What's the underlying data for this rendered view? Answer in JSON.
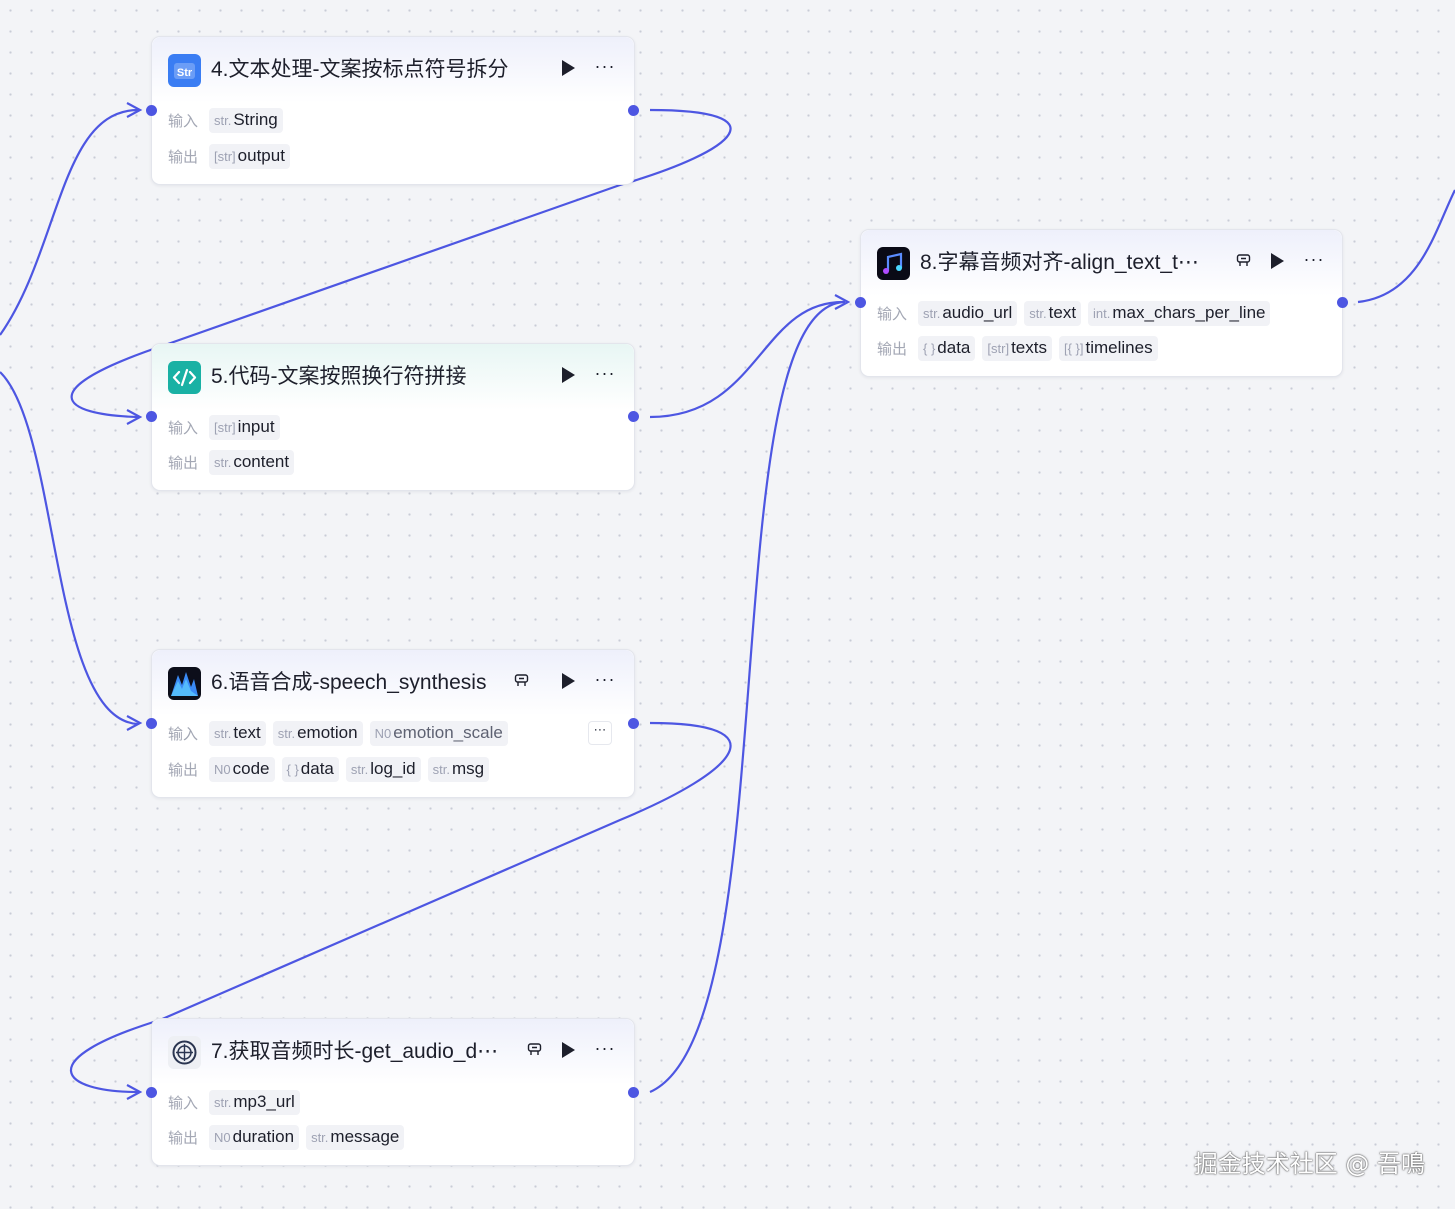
{
  "colors": {
    "edge": "#4d56e2",
    "port": "#4d56e2",
    "canvas": "#f3f4f7"
  },
  "labels": {
    "input": "输入",
    "output": "输出"
  },
  "nodes": {
    "n4": {
      "title": "4.文本处理-文案按标点符号拆分",
      "icon": "text-process-icon",
      "inputs": [
        {
          "type": "str.",
          "name": "String"
        }
      ],
      "outputs": [
        {
          "type": "[str]",
          "name": "output"
        }
      ]
    },
    "n5": {
      "title": "5.代码-文案按照换行符拼接",
      "icon": "code-icon",
      "inputs": [
        {
          "type": "[str]",
          "name": "input"
        }
      ],
      "outputs": [
        {
          "type": "str.",
          "name": "content"
        }
      ]
    },
    "n6": {
      "title": "6.语音合成-speech_synthesis",
      "icon": "speech-synthesis-icon",
      "inputs": [
        {
          "type": "str.",
          "name": "text"
        },
        {
          "type": "str.",
          "name": "emotion"
        },
        {
          "type": "N0",
          "name": "emotion_scale"
        }
      ],
      "outputs": [
        {
          "type": "N0",
          "name": "code"
        },
        {
          "type": "{ }",
          "name": "data"
        },
        {
          "type": "str.",
          "name": "log_id"
        },
        {
          "type": "str.",
          "name": "msg"
        }
      ],
      "overflow_label": "⋯"
    },
    "n7": {
      "title": "7.获取音频时长-get_audio_d⋯",
      "icon": "audio-duration-icon",
      "inputs": [
        {
          "type": "str.",
          "name": "mp3_url"
        }
      ],
      "outputs": [
        {
          "type": "N0",
          "name": "duration"
        },
        {
          "type": "str.",
          "name": "message"
        }
      ]
    },
    "n8": {
      "title": "8.字幕音频对齐-align_text_t⋯",
      "icon": "subtitle-align-icon",
      "inputs": [
        {
          "type": "str.",
          "name": "audio_url"
        },
        {
          "type": "str.",
          "name": "text"
        },
        {
          "type": "int.",
          "name": "max_chars_per_line"
        }
      ],
      "outputs": [
        {
          "type": "{ }",
          "name": "data"
        },
        {
          "type": "[str]",
          "name": "texts"
        },
        {
          "type": "[{ }]",
          "name": "timelines"
        }
      ]
    }
  },
  "run_icon": "play-icon",
  "more_icon": "more-horizontal-icon",
  "plugin_icon": "plugin-link-icon",
  "menu_dots": "···",
  "watermark": "掘金技术社区 @ 吾鳴"
}
